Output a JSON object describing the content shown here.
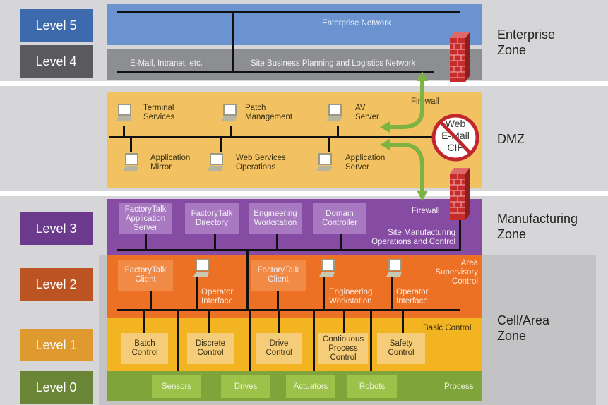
{
  "diagram": {
    "title": "Industrial Network Zones and Levels",
    "levels": [
      {
        "id": "level5",
        "label": "Level 5",
        "color": "#3d6aad"
      },
      {
        "id": "level4",
        "label": "Level 4",
        "color": "#5a5a5e"
      },
      {
        "id": "level3",
        "label": "Level 3",
        "color": "#6b3a8c"
      },
      {
        "id": "level2",
        "label": "Level 2",
        "color": "#bb5322"
      },
      {
        "id": "level1",
        "label": "Level 1",
        "color": "#de9a2e"
      },
      {
        "id": "level0",
        "label": "Level 0",
        "color": "#6a8535"
      }
    ],
    "zones": {
      "enterprise": {
        "line1": "Enterprise",
        "line2": "Zone"
      },
      "dmz": {
        "line1": "DMZ"
      },
      "manufacturing": {
        "line1": "Manufacturing",
        "line2": "Zone"
      },
      "cell_area": {
        "line1": "Cell/Area",
        "line2": "Zone"
      }
    },
    "enterprise": {
      "network_label": "Enterprise Network",
      "email_label": "E-Mail, Intranet, etc.",
      "site_business_label": "Site Business Planning and Logistics Network"
    },
    "dmz": {
      "firewall_top_label": "Firewall",
      "servers": [
        {
          "line1": "Terminal",
          "line2": "Services"
        },
        {
          "line1": "Patch",
          "line2": "Management"
        },
        {
          "line1": "AV",
          "line2": "Server"
        },
        {
          "line1": "Application",
          "line2": "Mirror"
        },
        {
          "line1": "Web Services",
          "line2": "Operations"
        },
        {
          "line1": "Application",
          "line2": "Server"
        }
      ],
      "blocked": {
        "line1": "Web",
        "line2": "E-Mail",
        "line3": "CIP"
      }
    },
    "manufacturing": {
      "firewall_label": "Firewall",
      "boxes": [
        {
          "line1": "FactoryTalk",
          "line2": "Application",
          "line3": "Server"
        },
        {
          "line1": "FactoryTalk",
          "line2": "Directory"
        },
        {
          "line1": "Engineering",
          "line2": "Workstation"
        },
        {
          "line1": "Domain",
          "line2": "Controller"
        }
      ],
      "site_label_line1": "Site Manufacturing",
      "site_label_line2": "Operations and Control"
    },
    "area_supervisory": {
      "label_line1": "Area",
      "label_line2": "Supervisory",
      "label_line3": "Control",
      "clients": [
        {
          "line1": "FactoryTalk",
          "line2": "Client"
        },
        {
          "line1": "FactoryTalk",
          "line2": "Client"
        }
      ],
      "terminals": [
        {
          "line1": "Operator",
          "line2": "Interface"
        },
        {
          "line1": "Engineering",
          "line2": "Workstation"
        },
        {
          "line1": "Operator",
          "line2": "Interface"
        }
      ]
    },
    "basic_control": {
      "label": "Basic Control",
      "boxes": [
        {
          "line1": "Batch",
          "line2": "Control"
        },
        {
          "line1": "Discrete",
          "line2": "Control"
        },
        {
          "line1": "Drive",
          "line2": "Control"
        },
        {
          "line1": "Continuous",
          "line2": "Process",
          "line3": "Control"
        },
        {
          "line1": "Safety",
          "line2": "Control"
        }
      ]
    },
    "process": {
      "label": "Process",
      "boxes": [
        "Sensors",
        "Drives",
        "Actuators",
        "Robots"
      ]
    }
  }
}
